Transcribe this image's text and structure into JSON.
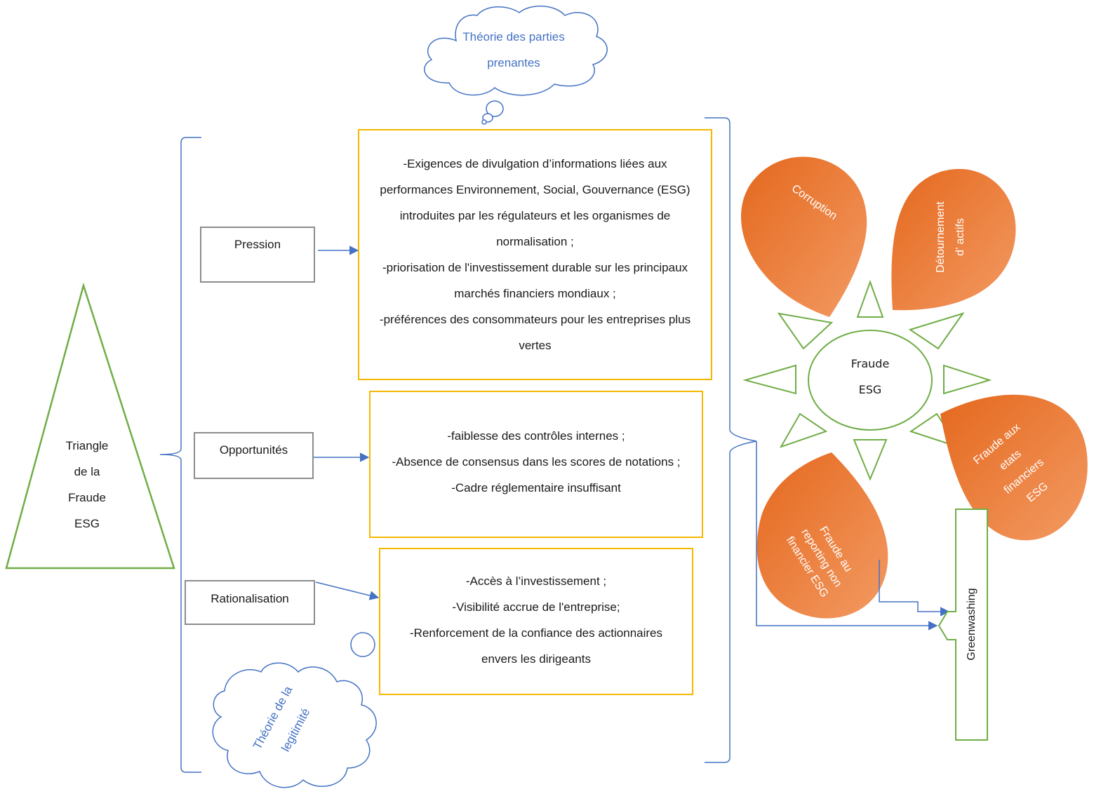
{
  "triangle": {
    "lines": [
      "Triangle",
      "de la",
      "Fraude",
      "ESG"
    ]
  },
  "clouds": {
    "stakeholders": {
      "lines": [
        "Théorie des parties",
        "prenantes"
      ]
    },
    "legitimacy": {
      "lines": [
        "Théorie de la",
        "legitimité"
      ]
    }
  },
  "factors": {
    "pression": {
      "label": "Pression",
      "items": [
        "-Exigences de divulgation d’informations liées aux",
        "performances Environnement, Social, Gouvernance (ESG)",
        "introduites par les régulateurs et les organismes de",
        "normalisation ;",
        "-priorisation de l'investissement durable sur les principaux",
        "marchés financiers mondiaux ;",
        "-préférences des consommateurs pour les entreprises plus",
        "vertes"
      ]
    },
    "opportunites": {
      "label": "Opportunités",
      "items": [
        "-faiblesse des contrôles internes ;",
        "-Absence de consensus dans les scores de notations ;",
        "-Cadre réglementaire insuffisant"
      ]
    },
    "rationalisation": {
      "label": "Rationalisation",
      "items": [
        "-Accès à l’investissement ;",
        "-Visibilité accrue de l'entreprise;",
        "-Renforcement de la confiance des actionnaires",
        "envers les dirigeants"
      ]
    }
  },
  "center": {
    "lines": [
      "Fraude",
      "ESG"
    ]
  },
  "petals": {
    "corruption": {
      "lines": [
        "Corruption"
      ]
    },
    "detournement": {
      "lines": [
        "Détournement",
        "d’   actifs"
      ]
    },
    "etats": {
      "lines": [
        "Fraude aux",
        "etats",
        "financiers",
        "ESG"
      ]
    },
    "reporting": {
      "lines": [
        "Fraude au",
        "reporting non",
        "financier ESG"
      ]
    }
  },
  "greenwashing": {
    "label": "Greenwashing"
  },
  "colors": {
    "green": "#70ad47",
    "blue": "#4472c4",
    "gold": "#f5b800",
    "grey": "#8c8c8c",
    "orange": "#ed7d31",
    "orange_light": "#f4a070"
  }
}
